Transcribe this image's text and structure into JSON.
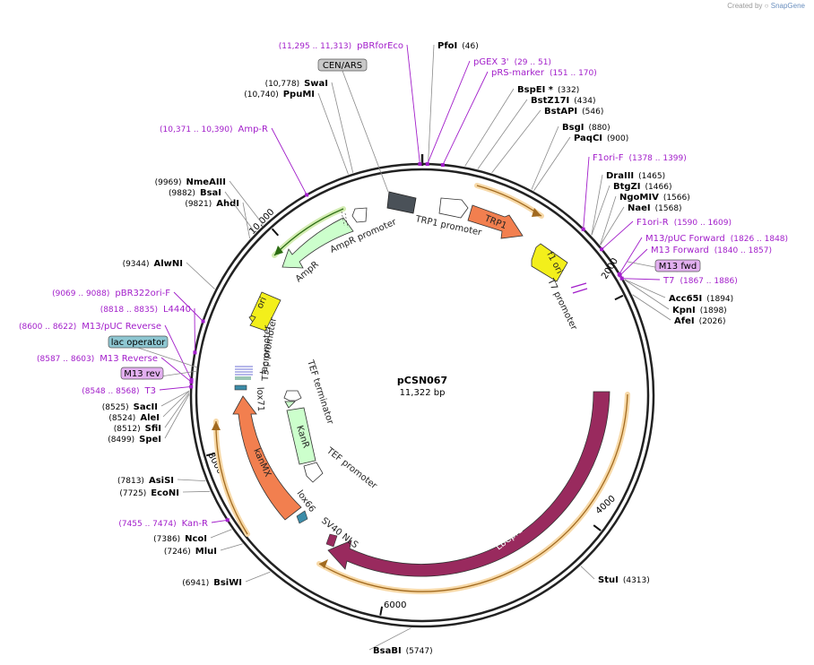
{
  "title": "pCSN067",
  "size_label": "11,322 bp",
  "total_bp": 11322,
  "watermark": {
    "prefix": "Created by",
    "brand": "SnapGene"
  },
  "colors": {
    "enzyme": "#000000",
    "primer": "#a21eca",
    "trp1": "#f27f4f",
    "f1ori": "#f3ef1b",
    "ampr": "#ccffcc",
    "ori": "#f3ef1b",
    "kanr": "#ccffcc",
    "kanmx": "#f27f4f",
    "lbcpf1": "#992a5e",
    "cen": "#4a5158",
    "promoter": "#ffffff",
    "orf": "#f7b56b"
  },
  "ticks": [
    {
      "label": "2000",
      "bp": 2000
    },
    {
      "label": "4000",
      "bp": 4000
    },
    {
      "label": "6000",
      "bp": 6000
    },
    {
      "label": "8000",
      "bp": 8000
    },
    {
      "label": "10,000",
      "bp": 10000
    }
  ],
  "enzymes": [
    {
      "name": "PfoI",
      "pos": "(46)",
      "bp": 46
    },
    {
      "name": "BspEI *",
      "pos": "(332)",
      "bp": 332
    },
    {
      "name": "BstZ17I",
      "pos": "(434)",
      "bp": 434
    },
    {
      "name": "BstAPI",
      "pos": "(546)",
      "bp": 546
    },
    {
      "name": "BsgI",
      "pos": "(880)",
      "bp": 880
    },
    {
      "name": "PaqCI",
      "pos": "(900)",
      "bp": 900
    },
    {
      "name": "DraIII",
      "pos": "(1465)",
      "bp": 1465
    },
    {
      "name": "BtgZI",
      "pos": "(1466)",
      "bp": 1466
    },
    {
      "name": "NgoMIV",
      "pos": "(1566)",
      "bp": 1566
    },
    {
      "name": "NaeI",
      "pos": "(1568)",
      "bp": 1568
    },
    {
      "name": "Acc65I",
      "pos": "(1894)",
      "bp": 1894
    },
    {
      "name": "KpnI",
      "pos": "(1898)",
      "bp": 1898
    },
    {
      "name": "AfeI",
      "pos": "(2026)",
      "bp": 2026
    },
    {
      "name": "StuI",
      "pos": "(4313)",
      "bp": 4313
    },
    {
      "name": "BsaBI",
      "pos": "(5747)",
      "bp": 5747
    },
    {
      "name": "BsiWI",
      "pos": "(6941)",
      "bp": 6941
    },
    {
      "name": "MluI",
      "pos": "(7246)",
      "bp": 7246
    },
    {
      "name": "NcoI",
      "pos": "(7386)",
      "bp": 7386
    },
    {
      "name": "EcoNI",
      "pos": "(7725)",
      "bp": 7725
    },
    {
      "name": "AsiSI",
      "pos": "(7813)",
      "bp": 7813
    },
    {
      "name": "SpeI",
      "pos": "(8499)",
      "bp": 8499
    },
    {
      "name": "SfiI",
      "pos": "(8512)",
      "bp": 8512
    },
    {
      "name": "AleI",
      "pos": "(8524)",
      "bp": 8524
    },
    {
      "name": "SacII",
      "pos": "(8525)",
      "bp": 8525
    },
    {
      "name": "AlwNI",
      "pos": "(9344)",
      "bp": 9344
    },
    {
      "name": "AhdI",
      "pos": "(9821)",
      "bp": 9821
    },
    {
      "name": "BsaI",
      "pos": "(9882)",
      "bp": 9882
    },
    {
      "name": "NmeAIII",
      "pos": "(9969)",
      "bp": 9969
    },
    {
      "name": "PpuMI",
      "pos": "(10,740)",
      "bp": 10740
    },
    {
      "name": "SwaI",
      "pos": "(10,778)",
      "bp": 10778
    }
  ],
  "primers": [
    {
      "name": "pBRforEco",
      "pos": "(11,295 .. 11,313)",
      "bp": 11304
    },
    {
      "name": "pGEX 3'",
      "pos": "(29 .. 51)",
      "bp": 40
    },
    {
      "name": "pRS-marker",
      "pos": "(151 .. 170)",
      "bp": 160
    },
    {
      "name": "F1ori-F",
      "pos": "(1378 .. 1399)",
      "bp": 1388
    },
    {
      "name": "F1ori-R",
      "pos": "(1590 .. 1609)",
      "bp": 1600
    },
    {
      "name": "M13/pUC Forward",
      "pos": "(1826 .. 1848)",
      "bp": 1837
    },
    {
      "name": "M13 Forward",
      "pos": "(1840 .. 1857)",
      "bp": 1848
    },
    {
      "name": "T7",
      "pos": "(1867 .. 1886)",
      "bp": 1876
    },
    {
      "name": "Kan-R",
      "pos": "(7455 .. 7474)",
      "bp": 7464
    },
    {
      "name": "T3",
      "pos": "(8548 .. 8568)",
      "bp": 8558
    },
    {
      "name": "M13 Reverse",
      "pos": "(8587 .. 8603)",
      "bp": 8595
    },
    {
      "name": "M13/pUC Reverse",
      "pos": "(8600 .. 8622)",
      "bp": 8611
    },
    {
      "name": "L4440",
      "pos": "(8818 .. 8835)",
      "bp": 8826
    },
    {
      "name": "pBR322ori-F",
      "pos": "(9069 .. 9088)",
      "bp": 9078
    },
    {
      "name": "Amp-R",
      "pos": "(10,371 .. 10,390)",
      "bp": 10380
    }
  ],
  "boxed_features": [
    {
      "name": "CEN/ARS",
      "color": "#c8c8c8"
    },
    {
      "name": "M13 fwd",
      "color": "#e3b0f0"
    },
    {
      "name": "lac operator",
      "color": "#8ec7d2"
    },
    {
      "name": "M13 rev",
      "color": "#e3b0f0"
    }
  ],
  "features": [
    {
      "name": "TRP1 promoter"
    },
    {
      "name": "TRP1"
    },
    {
      "name": "f1 ori"
    },
    {
      "name": "T7 promoter"
    },
    {
      "name": "LbCpf1"
    },
    {
      "name": "SV40 NLS"
    },
    {
      "name": "lox66"
    },
    {
      "name": "kanMX"
    },
    {
      "name": "lox71"
    },
    {
      "name": "T3 promoter"
    },
    {
      "name": "lac promoter"
    },
    {
      "name": "ori"
    },
    {
      "name": "AmpR"
    },
    {
      "name": "AmpR promoter"
    },
    {
      "name": "TEF terminator"
    },
    {
      "name": "KanR"
    },
    {
      "name": "TEF promoter"
    }
  ]
}
